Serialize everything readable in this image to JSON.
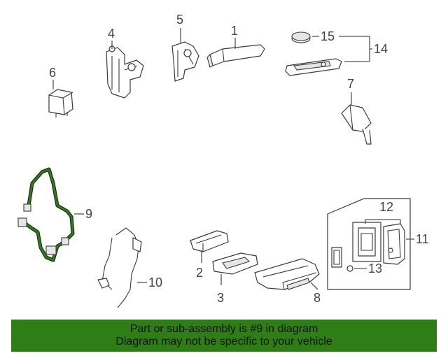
{
  "colors": {
    "highlight": "#2e7d16",
    "banner_bg": "#2e7d16",
    "line": "#3a3a3a"
  },
  "callouts": {
    "p1": "1",
    "p2": "2",
    "p3": "3",
    "p4": "4",
    "p5": "5",
    "p6": "6",
    "p7": "7",
    "p8": "8",
    "p9": "9",
    "p10": "10",
    "p11": "11",
    "p12": "12",
    "p13": "13",
    "p14": "14",
    "p15": "15"
  },
  "highlighted_part": "9",
  "banner": {
    "line1": "Part or sub-assembly is #9 in diagram",
    "line2": "Diagram may not be specific to your vehicle"
  }
}
